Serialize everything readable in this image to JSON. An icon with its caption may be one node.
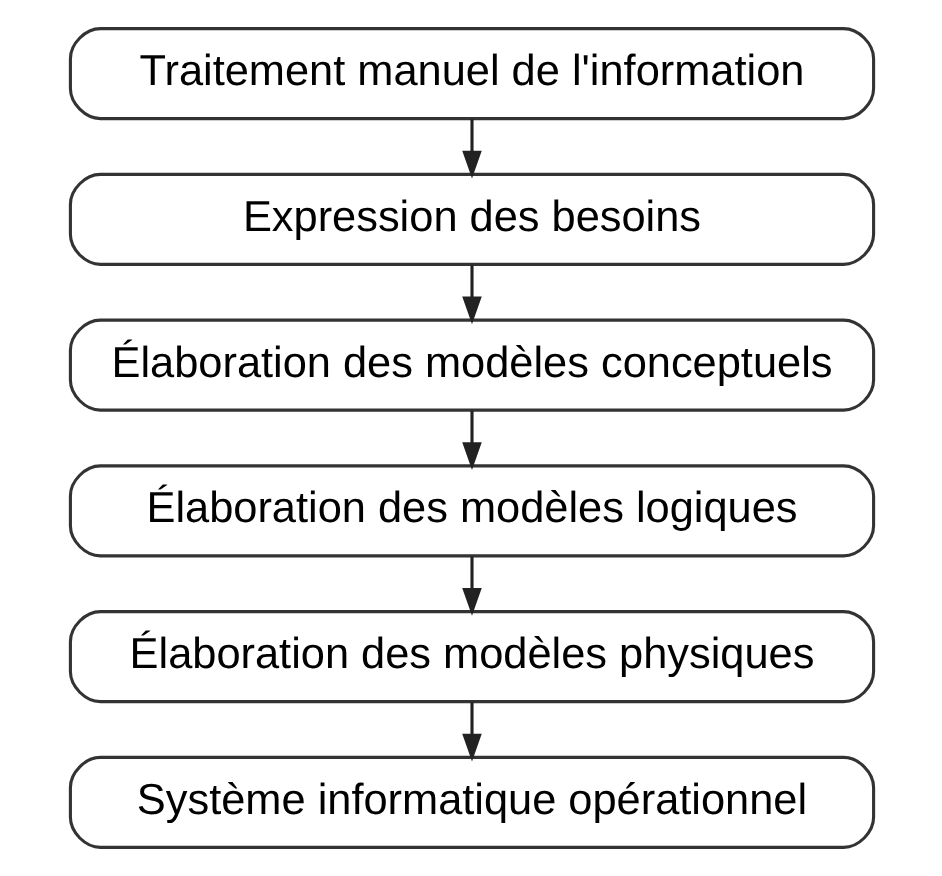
{
  "diagram": {
    "nodes": [
      {
        "text": [
          "Traitement manuel de l'information"
        ]
      },
      {
        "text": [
          "Expression des besoins"
        ]
      },
      {
        "text": [
          "Élaboration des modèles conceptuels"
        ]
      },
      {
        "text": [
          "Élaboration des modèles logiques"
        ]
      },
      {
        "text": [
          "Élaboration des modèles physiques"
        ]
      },
      {
        "text": [
          "Système informatique opérationnel"
        ]
      }
    ],
    "edges": [
      {
        "from": 0,
        "to": 1,
        "arrow": "to"
      },
      {
        "from": 1,
        "to": 2,
        "arrow": "to"
      },
      {
        "from": 2,
        "to": 3,
        "arrow": "to"
      },
      {
        "from": 3,
        "to": 4,
        "arrow": "to"
      },
      {
        "from": 4,
        "to": 5,
        "arrow": "to"
      }
    ]
  }
}
